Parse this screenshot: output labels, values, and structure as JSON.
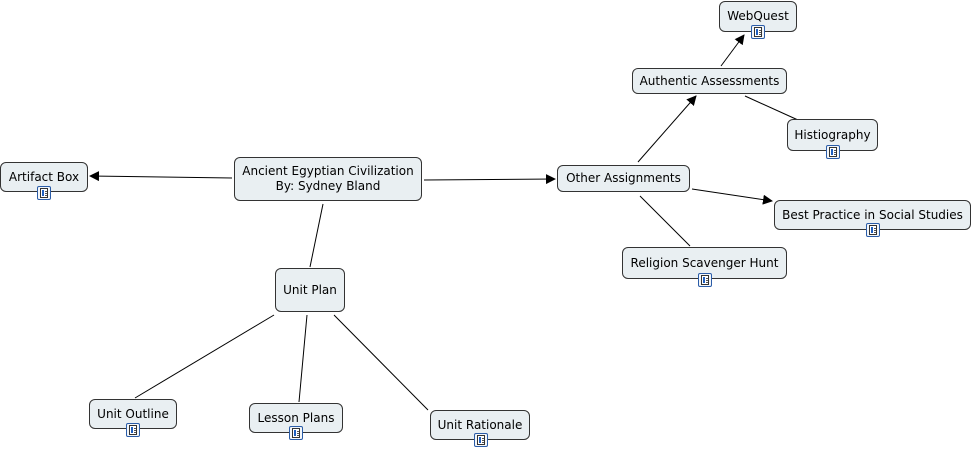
{
  "concept_map": {
    "nodes": {
      "ancient_egypt": {
        "lines": [
          "Ancient Egyptian Civilization",
          "By: Sydney Bland"
        ],
        "has_resource": false
      },
      "artifact_box": {
        "lines": [
          "Artifact Box"
        ],
        "has_resource": true
      },
      "unit_plan": {
        "lines": [
          "Unit Plan"
        ],
        "has_resource": false
      },
      "unit_outline": {
        "lines": [
          "Unit Outline"
        ],
        "has_resource": true
      },
      "lesson_plans": {
        "lines": [
          "Lesson Plans"
        ],
        "has_resource": true
      },
      "unit_rationale": {
        "lines": [
          "Unit Rationale"
        ],
        "has_resource": true
      },
      "other_assignments": {
        "lines": [
          "Other Assignments"
        ],
        "has_resource": false
      },
      "authentic_assessments": {
        "lines": [
          "Authentic Assessments"
        ],
        "has_resource": false
      },
      "webquest": {
        "lines": [
          "WebQuest"
        ],
        "has_resource": true
      },
      "histiography": {
        "lines": [
          "Histiography"
        ],
        "has_resource": true
      },
      "best_practice": {
        "lines": [
          "Best Practice in Social Studies"
        ],
        "has_resource": true
      },
      "religion_scavenger_hunt": {
        "lines": [
          "Religion Scavenger Hunt"
        ],
        "has_resource": true
      }
    },
    "links": [
      {
        "from": "ancient_egypt",
        "to": "artifact_box",
        "arrow": true
      },
      {
        "from": "ancient_egypt",
        "to": "other_assignments",
        "arrow": true
      },
      {
        "from": "ancient_egypt",
        "to": "unit_plan",
        "arrow": false
      },
      {
        "from": "unit_plan",
        "to": "unit_outline",
        "arrow": false
      },
      {
        "from": "unit_plan",
        "to": "lesson_plans",
        "arrow": false
      },
      {
        "from": "unit_plan",
        "to": "unit_rationale",
        "arrow": false
      },
      {
        "from": "other_assignments",
        "to": "authentic_assessments",
        "arrow": true
      },
      {
        "from": "authentic_assessments",
        "to": "webquest",
        "arrow": true
      },
      {
        "from": "authentic_assessments",
        "to": "histiography",
        "arrow": false
      },
      {
        "from": "other_assignments",
        "to": "best_practice",
        "arrow": true
      },
      {
        "from": "other_assignments",
        "to": "religion_scavenger_hunt",
        "arrow": false
      }
    ],
    "colors": {
      "node_fill": "#e9eff2",
      "node_border": "#333333",
      "link": "#000000",
      "resource_icon_border": "#2a5ca8"
    },
    "icon_names": {
      "resource": "document-resource-icon"
    }
  }
}
